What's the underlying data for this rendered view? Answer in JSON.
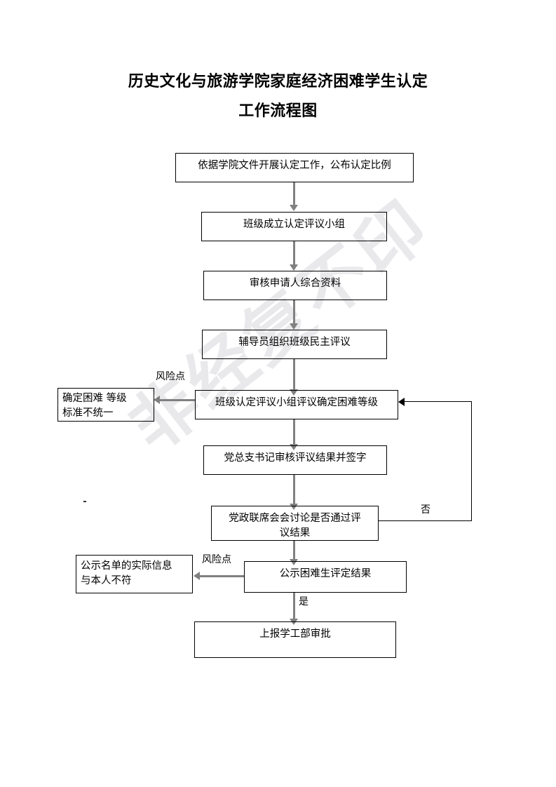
{
  "document": {
    "title_line1": "历史文化与旅游学院家庭经济困难学生认定",
    "title_line2": "工作流程图",
    "watermark_text": "非经复不印"
  },
  "flowchart": {
    "type": "flowchart",
    "orientation": "top-to-bottom",
    "nodes": [
      {
        "id": "n1",
        "label": "依据学院文件开展认定工作，公布认定比例",
        "kind": "process"
      },
      {
        "id": "n2",
        "label": "班级成立认定评议小组",
        "kind": "process"
      },
      {
        "id": "n3",
        "label": "审核申请人综合资料",
        "kind": "process"
      },
      {
        "id": "n4",
        "label": "辅导员组织班级民主评议",
        "kind": "process"
      },
      {
        "id": "n5",
        "label": "班级认定评议小组评议确定困难等级",
        "kind": "process"
      },
      {
        "id": "r1",
        "label": "确定困难 等级\n标准不统一",
        "kind": "risk"
      },
      {
        "id": "n6",
        "label": "党总支书记审核评议结果并签字",
        "kind": "process"
      },
      {
        "id": "n7",
        "label": "党政联席会会讨论是否通过评\n议结果",
        "kind": "decision"
      },
      {
        "id": "r2",
        "label": "公示名单的实际信息\n与本人不符",
        "kind": "risk"
      },
      {
        "id": "n8",
        "label": "公示困难生评定结果",
        "kind": "process"
      },
      {
        "id": "n9",
        "label": "上报学工部审批",
        "kind": "process"
      }
    ],
    "edges": [
      {
        "from": "n1",
        "to": "n2",
        "label": ""
      },
      {
        "from": "n2",
        "to": "n3",
        "label": ""
      },
      {
        "from": "n3",
        "to": "n4",
        "label": ""
      },
      {
        "from": "n4",
        "to": "n5",
        "label": ""
      },
      {
        "from": "n5",
        "to": "r1",
        "label": "风险点"
      },
      {
        "from": "n5",
        "to": "n6",
        "label": ""
      },
      {
        "from": "n6",
        "to": "n7",
        "label": ""
      },
      {
        "from": "n7",
        "to": "n5",
        "label": "否"
      },
      {
        "from": "n7",
        "to": "n8",
        "label": ""
      },
      {
        "from": "n8",
        "to": "r2",
        "label": "风险点"
      },
      {
        "from": "n8",
        "to": "n9",
        "label": "是"
      }
    ],
    "labels": {
      "risk_point_top": "风险点",
      "risk_point_bottom": "风险点",
      "no_branch": "否",
      "yes_branch": "是"
    }
  },
  "colors": {
    "box_border": "#000000",
    "connector": "#808080",
    "loop_line": "#000000",
    "text": "#000000",
    "watermark": "#e9e9ec",
    "background": "#ffffff"
  }
}
